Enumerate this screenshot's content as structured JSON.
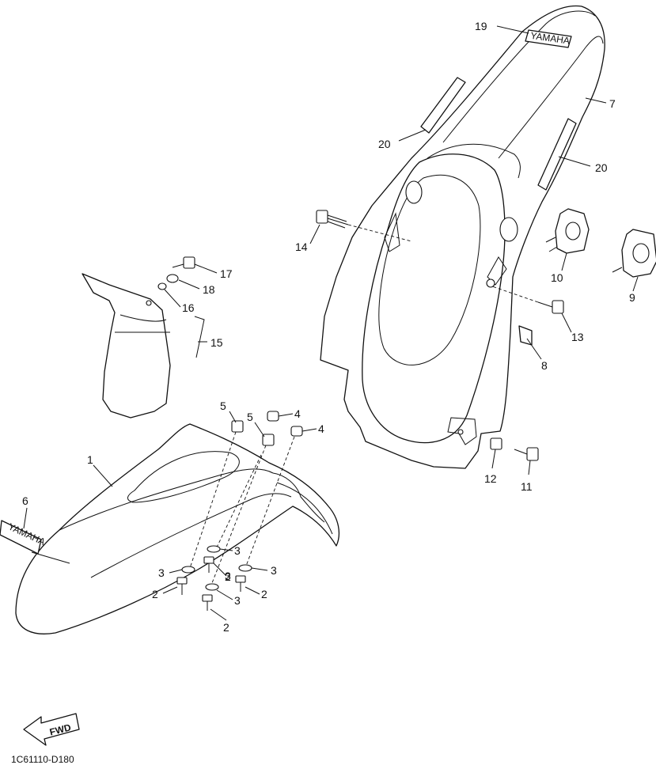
{
  "diagram": {
    "drawing_code": "1C61110-D180",
    "fwd_label": "FWD",
    "decal_text": "YAMAHA",
    "callouts": [
      {
        "id": "19",
        "label": "19"
      },
      {
        "id": "7",
        "label": "7"
      },
      {
        "id": "20a",
        "label": "20"
      },
      {
        "id": "20b",
        "label": "20"
      },
      {
        "id": "14",
        "label": "14"
      },
      {
        "id": "10",
        "label": "10"
      },
      {
        "id": "9",
        "label": "9"
      },
      {
        "id": "17",
        "label": "17"
      },
      {
        "id": "18",
        "label": "18"
      },
      {
        "id": "16",
        "label": "16"
      },
      {
        "id": "15",
        "label": "15"
      },
      {
        "id": "13",
        "label": "13"
      },
      {
        "id": "8",
        "label": "8"
      },
      {
        "id": "5a",
        "label": "5"
      },
      {
        "id": "5b",
        "label": "5"
      },
      {
        "id": "4a",
        "label": "4"
      },
      {
        "id": "4b",
        "label": "4"
      },
      {
        "id": "1",
        "label": "1"
      },
      {
        "id": "6",
        "label": "6"
      },
      {
        "id": "12",
        "label": "12"
      },
      {
        "id": "11",
        "label": "11"
      },
      {
        "id": "3a",
        "label": "3"
      },
      {
        "id": "3b",
        "label": "3"
      },
      {
        "id": "3c",
        "label": "3"
      },
      {
        "id": "3d",
        "label": "3"
      },
      {
        "id": "3e",
        "label": "3"
      },
      {
        "id": "2a",
        "label": "2"
      },
      {
        "id": "2b",
        "label": "2"
      },
      {
        "id": "2c",
        "label": "2"
      },
      {
        "id": "2d",
        "label": "2"
      }
    ]
  }
}
